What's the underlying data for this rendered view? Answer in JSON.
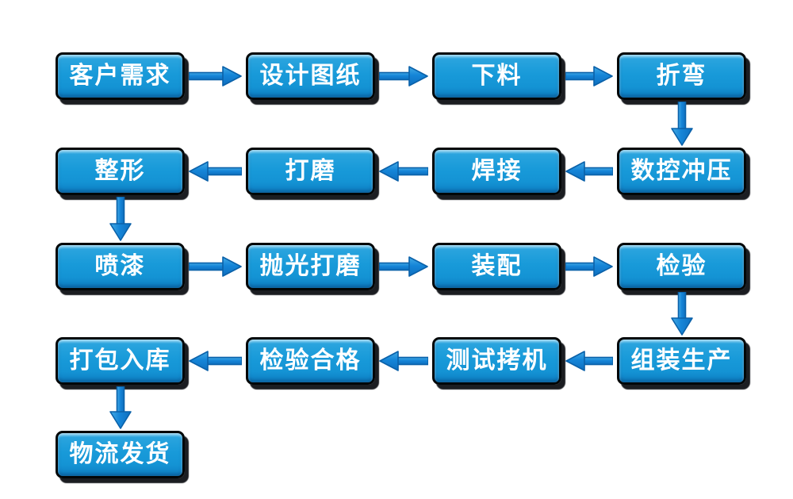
{
  "diagram": {
    "type": "flowchart",
    "description": "production-process-flow",
    "colors": {
      "background": "#ffffff",
      "box_fill": "#1899d9",
      "box_fill_highlight": "#6cc4ec",
      "box_fill_shadow": "#0d7dc2",
      "box_border": "#020607",
      "box_drop_shadow": "#0a0a0e",
      "arrow_fill": "#1585d8",
      "arrow_fill_light": "#45abe4",
      "arrow_stroke": "#0a61a9",
      "label_text": "#ffffff"
    },
    "nodes": [
      {
        "id": "customer-demand",
        "label": "客户需求",
        "row": 1,
        "col": 1
      },
      {
        "id": "design-drawings",
        "label": "设计图纸",
        "row": 1,
        "col": 2
      },
      {
        "id": "cutting",
        "label": "下料",
        "row": 1,
        "col": 3
      },
      {
        "id": "bending",
        "label": "折弯",
        "row": 1,
        "col": 4
      },
      {
        "id": "shaping",
        "label": "整形",
        "row": 2,
        "col": 1
      },
      {
        "id": "grinding",
        "label": "打磨",
        "row": 2,
        "col": 2
      },
      {
        "id": "welding",
        "label": "焊接",
        "row": 2,
        "col": 3
      },
      {
        "id": "cnc-punching",
        "label": "数控冲压",
        "row": 2,
        "col": 4
      },
      {
        "id": "spray-painting",
        "label": "喷漆",
        "row": 3,
        "col": 1
      },
      {
        "id": "polish-grinding",
        "label": "抛光打磨",
        "row": 3,
        "col": 2
      },
      {
        "id": "fitting",
        "label": "装配",
        "row": 3,
        "col": 3
      },
      {
        "id": "inspection",
        "label": "检验",
        "row": 3,
        "col": 4
      },
      {
        "id": "packing-warehousing",
        "label": "打包入库",
        "row": 4,
        "col": 1
      },
      {
        "id": "inspection-passed",
        "label": "检验合格",
        "row": 4,
        "col": 2
      },
      {
        "id": "burn-in-testing",
        "label": "测试拷机",
        "row": 4,
        "col": 3
      },
      {
        "id": "assembly-production",
        "label": "组装生产",
        "row": 4,
        "col": 4
      },
      {
        "id": "logistics-shipping",
        "label": "物流发货",
        "row": 5,
        "col": 1
      }
    ],
    "edges": [
      {
        "from": "customer-demand",
        "to": "design-drawings",
        "direction": "right"
      },
      {
        "from": "design-drawings",
        "to": "cutting",
        "direction": "right"
      },
      {
        "from": "cutting",
        "to": "bending",
        "direction": "right"
      },
      {
        "from": "bending",
        "to": "cnc-punching",
        "direction": "down"
      },
      {
        "from": "cnc-punching",
        "to": "welding",
        "direction": "left"
      },
      {
        "from": "welding",
        "to": "grinding",
        "direction": "left"
      },
      {
        "from": "grinding",
        "to": "shaping",
        "direction": "left"
      },
      {
        "from": "shaping",
        "to": "spray-painting",
        "direction": "down"
      },
      {
        "from": "spray-painting",
        "to": "polish-grinding",
        "direction": "right"
      },
      {
        "from": "polish-grinding",
        "to": "fitting",
        "direction": "right"
      },
      {
        "from": "fitting",
        "to": "inspection",
        "direction": "right"
      },
      {
        "from": "inspection",
        "to": "assembly-production",
        "direction": "down"
      },
      {
        "from": "assembly-production",
        "to": "burn-in-testing",
        "direction": "left"
      },
      {
        "from": "burn-in-testing",
        "to": "inspection-passed",
        "direction": "left"
      },
      {
        "from": "inspection-passed",
        "to": "packing-warehousing",
        "direction": "left"
      },
      {
        "from": "packing-warehousing",
        "to": "logistics-shipping",
        "direction": "down"
      }
    ]
  }
}
